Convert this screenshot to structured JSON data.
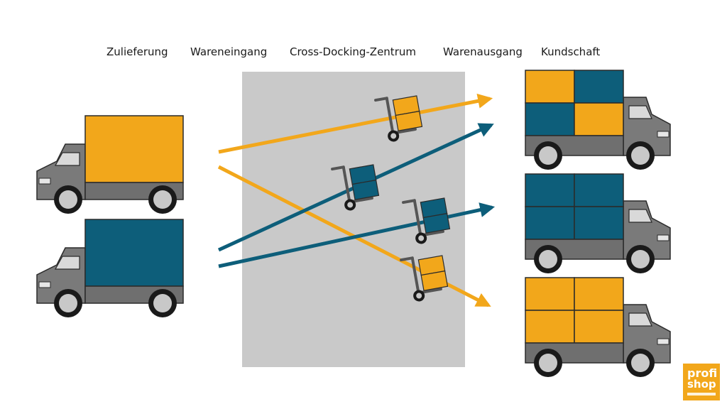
{
  "headers": {
    "supply": "Zulieferung",
    "goods_in": "Wareneingang",
    "center": "Cross-Docking-Zentrum",
    "goods_out": "Warenausgang",
    "customers": "Kundschaft"
  },
  "colors": {
    "orange": "#F2A71B",
    "teal": "#0D5E7A",
    "truck_gray": "#6F6F6F",
    "cabin_gray": "#7A7A7A",
    "zone_gray": "#C9C9C9",
    "outline": "#2B2B2B"
  },
  "supply_trucks": [
    {
      "cargo": "orange"
    },
    {
      "cargo": "teal"
    }
  ],
  "customer_trucks": [
    {
      "cargo": [
        "orange",
        "teal",
        "teal",
        "orange"
      ]
    },
    {
      "cargo": [
        "teal",
        "teal",
        "teal",
        "teal"
      ]
    },
    {
      "cargo": [
        "orange",
        "orange",
        "orange",
        "orange"
      ]
    }
  ],
  "flows": [
    {
      "color": "orange",
      "from": "supply-top",
      "to": "customer-1"
    },
    {
      "color": "orange",
      "from": "supply-top",
      "to": "customer-3"
    },
    {
      "color": "teal",
      "from": "supply-bottom",
      "to": "customer-1"
    },
    {
      "color": "teal",
      "from": "supply-bottom",
      "to": "customer-2"
    }
  ],
  "hand_trucks": [
    {
      "color": "orange"
    },
    {
      "color": "teal"
    },
    {
      "color": "teal"
    },
    {
      "color": "orange"
    }
  ],
  "logo": {
    "line1": "profi",
    "line2": "shop"
  }
}
